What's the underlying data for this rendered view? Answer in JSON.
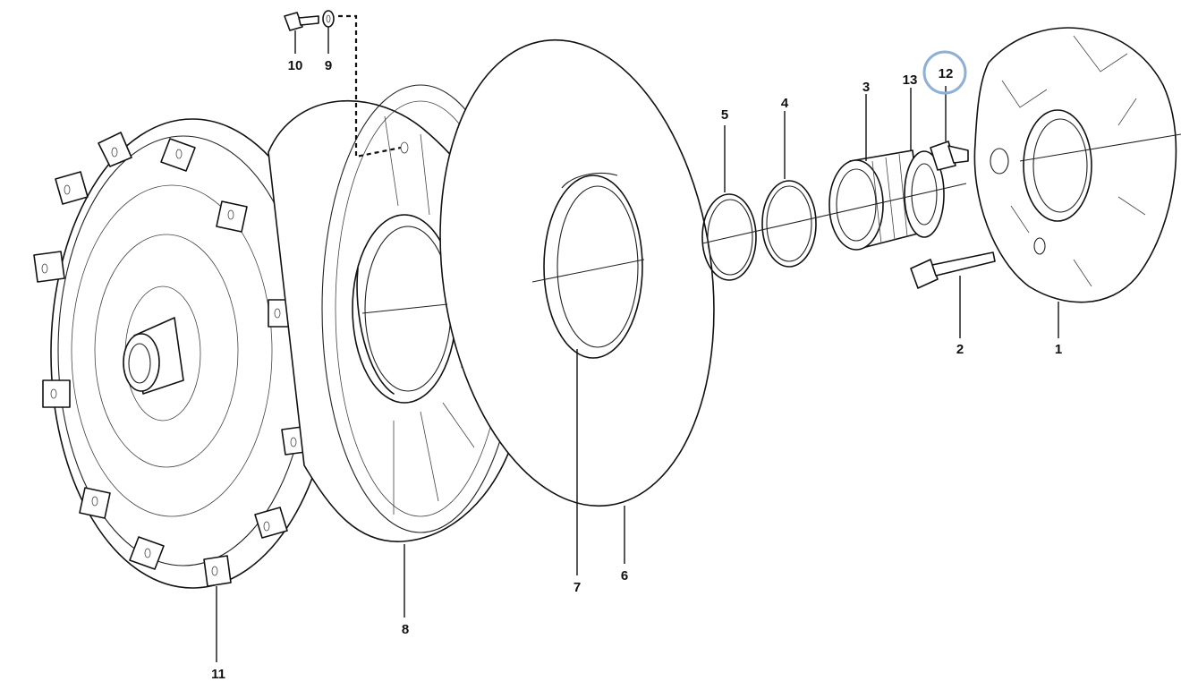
{
  "diagram": {
    "highlight_color": "#8fb0d6",
    "highlighted_callout": "12",
    "callouts": {
      "c1": "1",
      "c2": "2",
      "c3": "3",
      "c4": "4",
      "c5": "5",
      "c6": "6",
      "c7": "7",
      "c8": "8",
      "c9": "9",
      "c10": "10",
      "c11": "11",
      "c12": "12",
      "c13": "13"
    }
  }
}
